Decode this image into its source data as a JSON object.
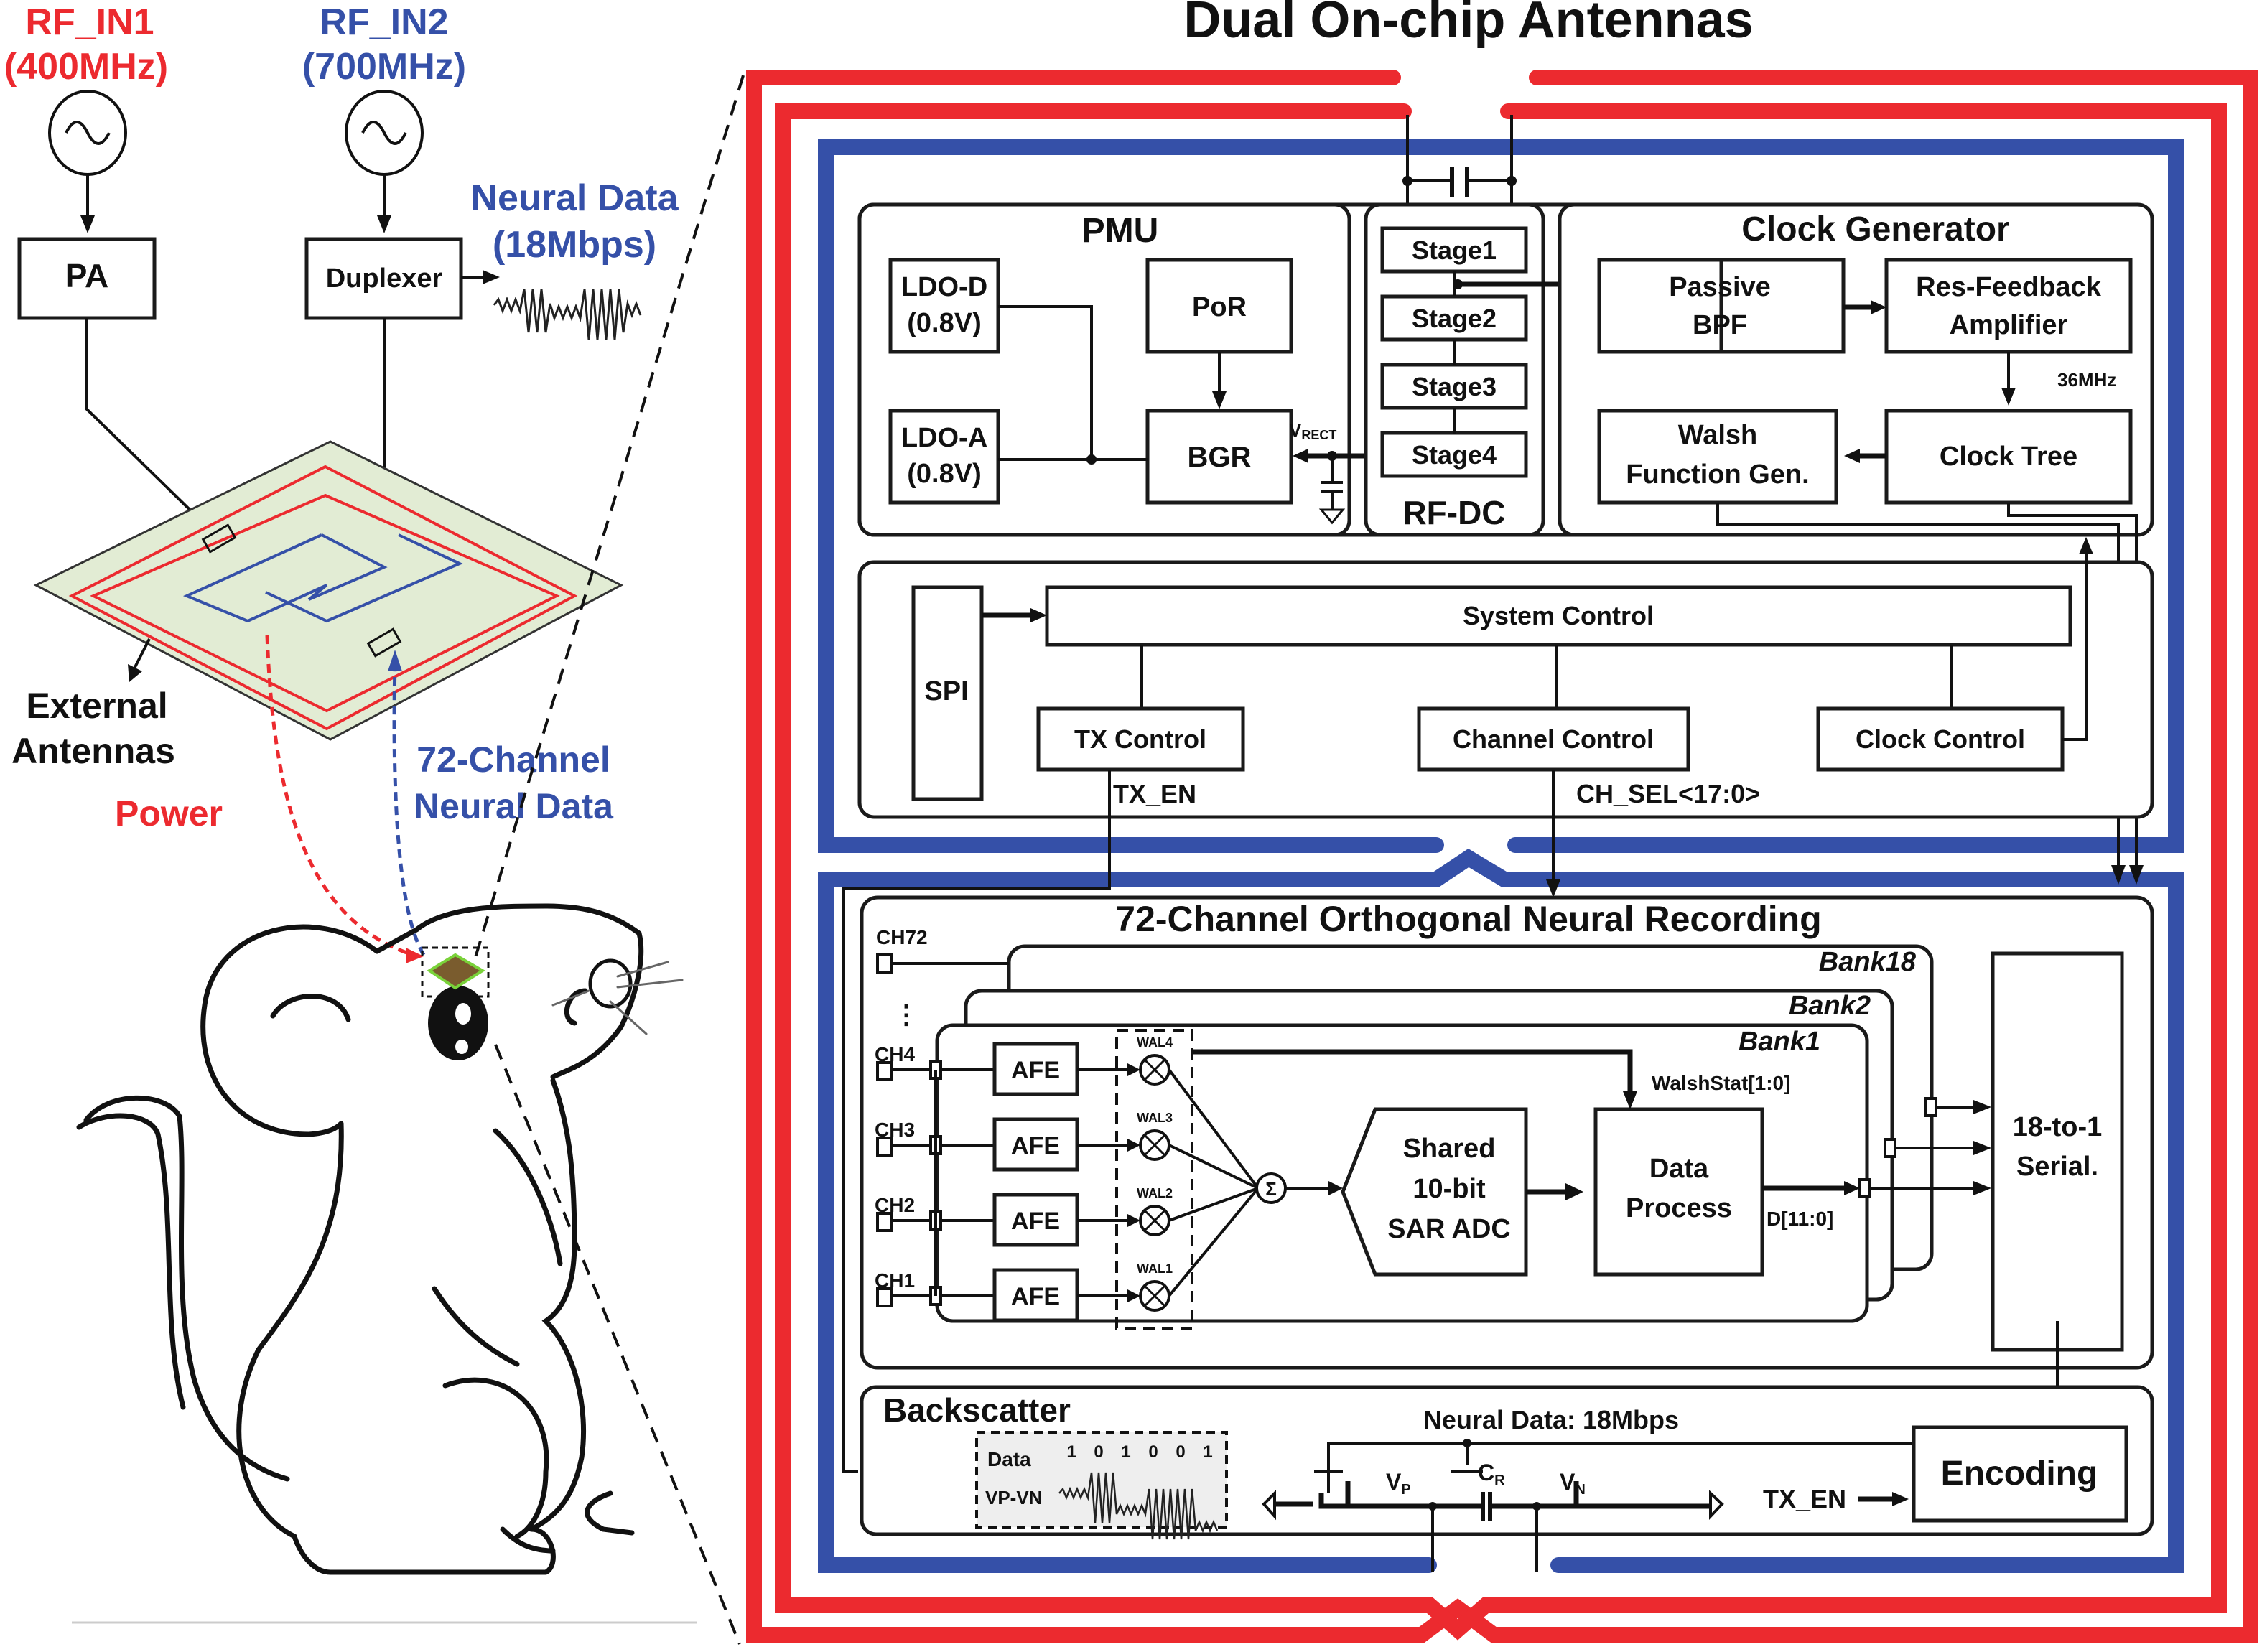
{
  "title": "Dual On-chip Antennas",
  "external": {
    "rf_in1": {
      "label": "RF_IN1",
      "freq": "(400MHz)",
      "color": "#ec2a2f"
    },
    "rf_in2": {
      "label": "RF_IN2",
      "freq": "(700MHz)",
      "color": "#3550a8"
    },
    "pa": "PA",
    "duplexer": "Duplexer",
    "neural_data": {
      "line1": "Neural Data",
      "line2": "(18Mbps)"
    },
    "antennas": {
      "line1": "External",
      "line2": "Antennas"
    },
    "power": "Power",
    "channel_data": {
      "line1": "72-Channel",
      "line2": "Neural Data"
    }
  },
  "pmu": {
    "title": "PMU",
    "ldo_d": {
      "line1": "LDO-D",
      "line2": "(0.8V)"
    },
    "ldo_a": {
      "line1": "LDO-A",
      "line2": "(0.8V)"
    },
    "por": "PoR",
    "bgr": "BGR",
    "vrect": "V",
    "vrect_sub": "RECT"
  },
  "rfdc": {
    "title": "RF-DC",
    "stages": [
      "Stage1",
      "Stage2",
      "Stage3",
      "Stage4"
    ]
  },
  "clock_gen": {
    "title": "Clock Generator",
    "bpf": {
      "line1": "Passive",
      "line2": "BPF"
    },
    "amp": {
      "line1": "Res-Feedback",
      "line2": "Amplifier"
    },
    "freq": "36MHz",
    "walsh": {
      "line1": "Walsh",
      "line2": "Function Gen."
    },
    "tree": "Clock Tree"
  },
  "control": {
    "spi": "SPI",
    "system": "System Control",
    "tx": "TX Control",
    "channel": "Channel Control",
    "clock": "Clock  Control",
    "tx_en": "TX_EN",
    "ch_sel": "CH_SEL<17:0>"
  },
  "recording": {
    "title": "72-Channel Orthogonal Neural Recording",
    "banks": [
      "Bank18",
      "Bank2",
      "Bank1"
    ],
    "ch72": "CH72",
    "channels": [
      "CH4",
      "CH3",
      "CH2",
      "CH1"
    ],
    "afe": "AFE",
    "walsh_labels": [
      "WAL4",
      "WAL3",
      "WAL2",
      "WAL1"
    ],
    "sum": "Σ",
    "adc": {
      "line1": "Shared",
      "line2": "10-bit",
      "line3": "SAR ADC"
    },
    "data_process": {
      "line1": "Data",
      "line2": "Process"
    },
    "walshstat": "WalshStat[1:0]",
    "dout": "D[11:0]",
    "serial": {
      "line1": "18-to-1",
      "line2": "Serial."
    }
  },
  "backscatter": {
    "title": "Backscatter",
    "neural_rate": "Neural Data: 18Mbps",
    "data_label": "Data",
    "vp_vn": "VP-VN",
    "bits": [
      "1",
      "0",
      "1",
      "0",
      "0",
      "1"
    ],
    "vp": "V",
    "vp_sub": "P",
    "vn": "V",
    "vn_sub": "N",
    "cr": "C",
    "cr_sub": "R",
    "tx_en": "TX_EN",
    "encoding": "Encoding"
  },
  "colors": {
    "power_red": "#ec2a2f",
    "data_blue": "#3550a8",
    "substrate": "#e2ecd4",
    "chip": "#7a5c2e",
    "chip_edge": "#7ad23a"
  }
}
